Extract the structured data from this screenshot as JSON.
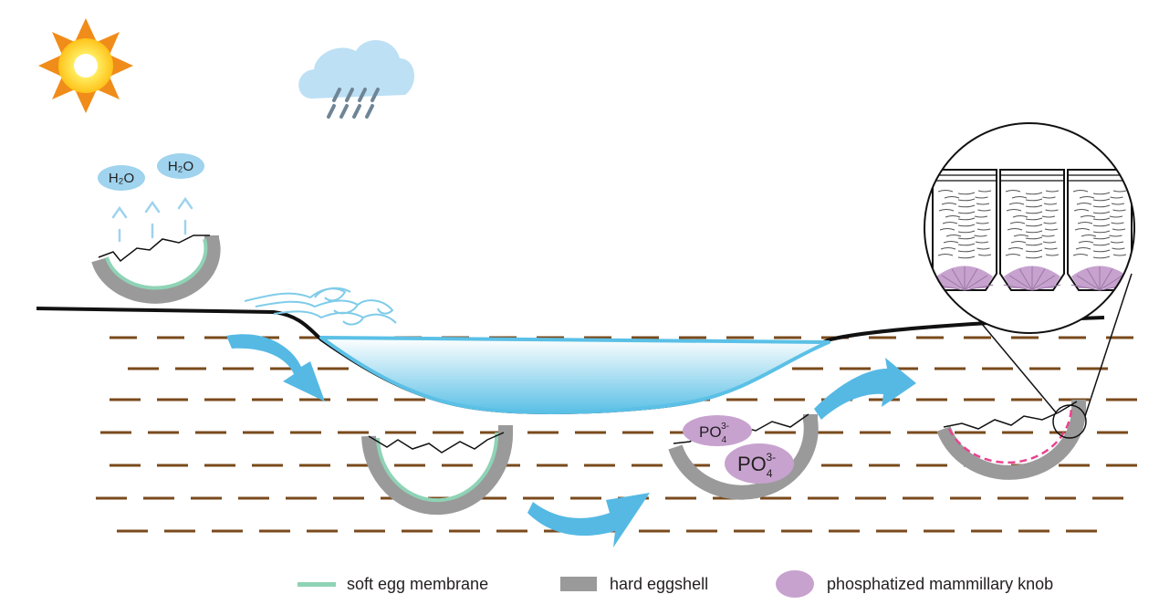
{
  "labels": {
    "h2o_left": "H₂O",
    "h2o_right": "H₂O",
    "ion_small_base": "PO",
    "ion_small_sub": "4",
    "ion_small_sup": "3-",
    "ion_large_base": "PO",
    "ion_large_sub": "4",
    "ion_large_sup": "3-"
  },
  "legend": {
    "membrane_label": "soft egg membrane",
    "shell_label": "hard eggshell",
    "knob_label": "phosphatized mammillary knob"
  },
  "colors": {
    "water": "#5bc0e6",
    "arrow": "#55b9e4",
    "soil_dash": "#7a4a1c",
    "shell": "#9a9a9a",
    "membrane": "#8fd3b6",
    "knob": "#c7a2cf",
    "sun_outer": "#f08c1a",
    "sun_inner": "#ffe23d",
    "cloud": "#bde0f5",
    "rain": "#6f8596"
  },
  "icons": [
    "sun-icon",
    "rain-cloud-icon",
    "wave-icon",
    "arrow-icon"
  ]
}
